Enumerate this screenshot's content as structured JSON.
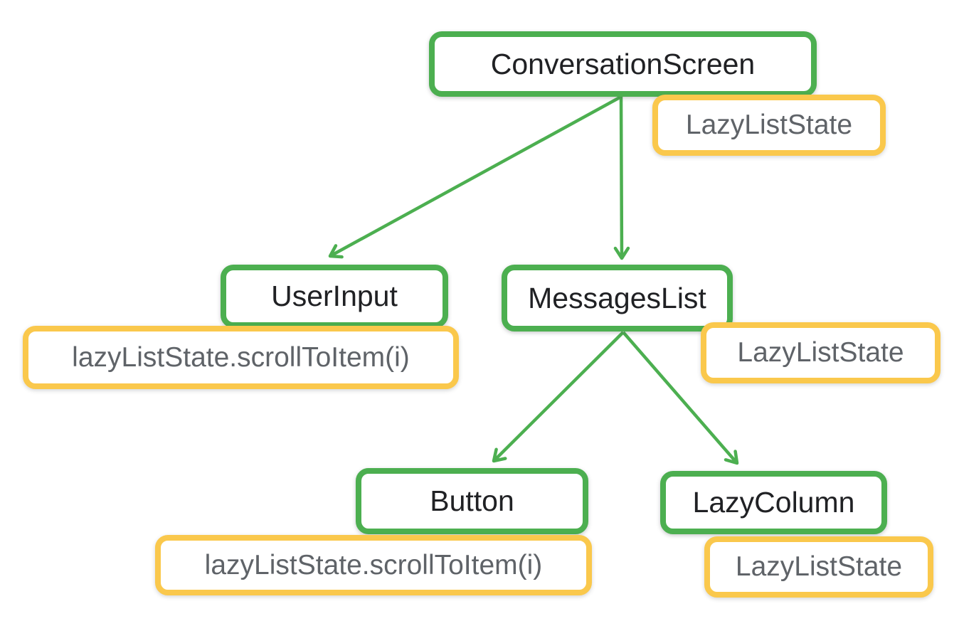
{
  "palette": {
    "composable_border_green": "#4caf50",
    "state_border_yellow": "#fac84c",
    "composable_text": "#202124",
    "state_text": "#5f6368",
    "background": "#ffffff"
  },
  "diagram": {
    "type": "tree",
    "nodes": [
      {
        "id": "conversation-screen",
        "label": "ConversationScreen",
        "role": "composable"
      },
      {
        "id": "conversation-screen-state",
        "label": "LazyListState",
        "role": "state"
      },
      {
        "id": "user-input",
        "label": "UserInput",
        "role": "composable"
      },
      {
        "id": "user-input-call",
        "label": "lazyListState.scrollToItem(i)",
        "role": "state"
      },
      {
        "id": "messages-list",
        "label": "MessagesList",
        "role": "composable"
      },
      {
        "id": "messages-list-state",
        "label": "LazyListState",
        "role": "state"
      },
      {
        "id": "button",
        "label": "Button",
        "role": "composable"
      },
      {
        "id": "button-call",
        "label": "lazyListState.scrollToItem(i)",
        "role": "state"
      },
      {
        "id": "lazy-column",
        "label": "LazyColumn",
        "role": "composable"
      },
      {
        "id": "lazy-column-state",
        "label": "LazyListState",
        "role": "state"
      }
    ],
    "edges": [
      {
        "from": "conversation-screen",
        "to": "user-input"
      },
      {
        "from": "conversation-screen",
        "to": "messages-list"
      },
      {
        "from": "messages-list",
        "to": "button"
      },
      {
        "from": "messages-list",
        "to": "lazy-column"
      }
    ]
  }
}
